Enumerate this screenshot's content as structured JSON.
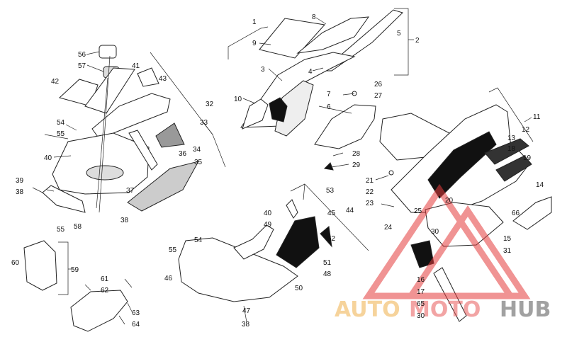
{
  "callouts": {
    "c1": "1",
    "c2": "2",
    "c3": "3",
    "c4": "4",
    "c5": "5",
    "c6": "6",
    "c7": "7",
    "c8": "8",
    "c9": "9",
    "c10": "10",
    "c11": "11",
    "c12": "12",
    "c13": "13",
    "c14": "14",
    "c15": "15",
    "c16": "16",
    "c17": "17",
    "c18": "18",
    "c19": "19",
    "c20": "20",
    "c21": "21",
    "c22": "22",
    "c23": "23",
    "c24": "24",
    "c25": "25",
    "c26": "26",
    "c27": "27",
    "c28": "28",
    "c29": "29",
    "c30a": "30",
    "c30b": "30",
    "c31": "31",
    "c32": "32",
    "c33": "33",
    "c34": "34",
    "c35": "35",
    "c36": "36",
    "c37": "37",
    "c38a": "38",
    "c38b": "38",
    "c38c": "38",
    "c39": "39",
    "c40a": "40",
    "c40b": "40",
    "c41": "41",
    "c42": "42",
    "c43": "43",
    "c44": "44",
    "c45": "45",
    "c46": "46",
    "c47": "47",
    "c48": "48",
    "c49": "49",
    "c50": "50",
    "c51": "51",
    "c52": "52",
    "c53": "53",
    "c54a": "54",
    "c54b": "54",
    "c55a": "55",
    "c55b": "55",
    "c55c": "55",
    "c56": "56",
    "c57": "57",
    "c58": "58",
    "c59": "59",
    "c60": "60",
    "c61": "61",
    "c62": "62",
    "c63": "63",
    "c64": "64",
    "c65": "65",
    "c66": "66"
  },
  "watermark": {
    "auto": "AUTO",
    "moto": "MOTO",
    "hub": "HUB",
    "colors": {
      "auto": "#f0b04a",
      "moto": "#e85a5a",
      "hub": "#555555",
      "triangle": "#e53b3b"
    }
  },
  "icons": {
    "watermark_logo": "triangle-logo-icon"
  }
}
